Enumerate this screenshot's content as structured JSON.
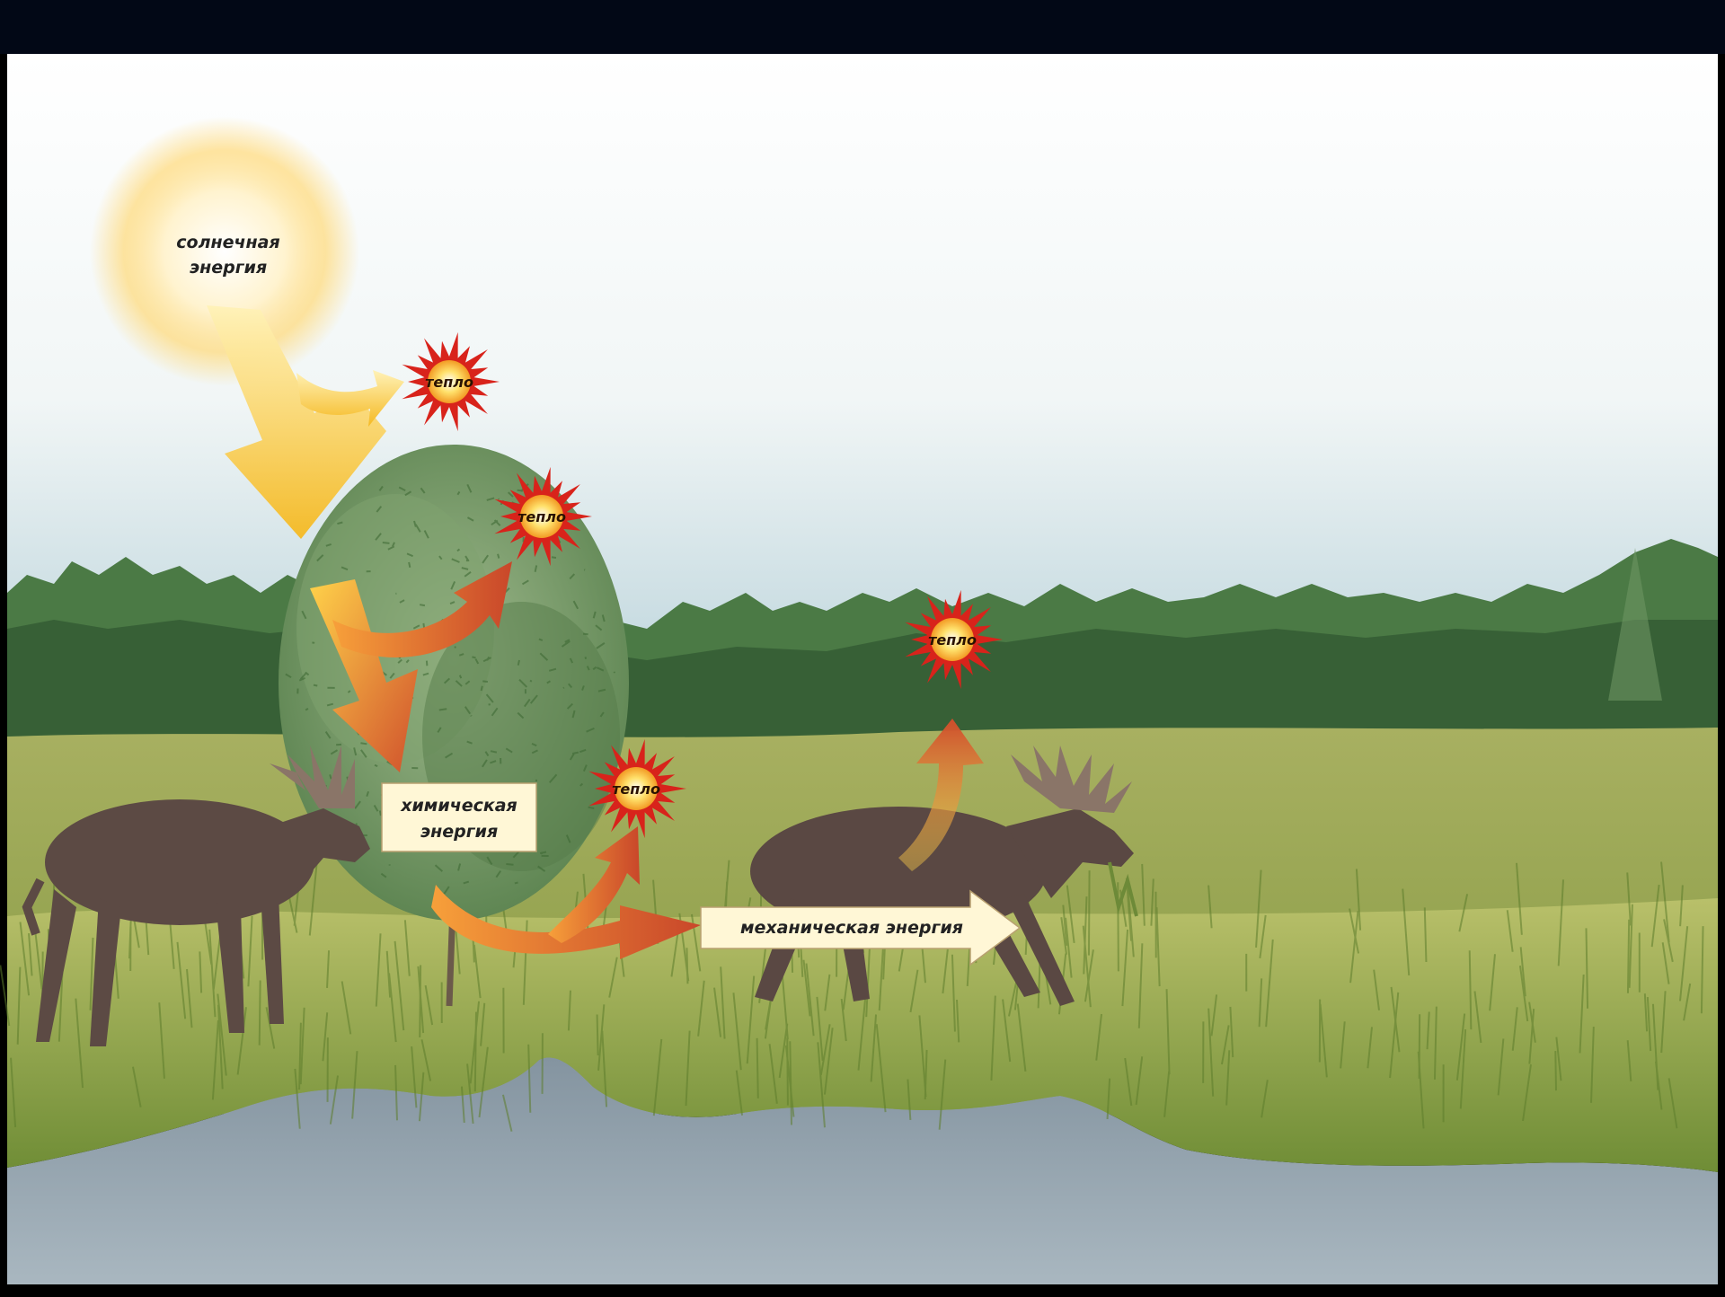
{
  "labels": {
    "solar_line1": "солнечная",
    "solar_line2": "энергия",
    "chemical_line1": "химическая",
    "chemical_line2": "энергия",
    "mechanical": "механическая энергия",
    "heat": [
      "тепло",
      "тепло",
      "тепло",
      "тепло"
    ]
  },
  "colors": {
    "top_bar": "#020816",
    "sky_top": "#ffffff",
    "sky_bottom": "#c9dde3",
    "meadow": "#9aa857",
    "forest": "#3f6a3c",
    "water": "#8e9eab",
    "sun_glow": "#ffd873",
    "solar_arrow": "#f7c531",
    "energy_arrow": "#d3532b",
    "heat_burst": "#d8231b",
    "heat_core": "#ffd84a",
    "label_box": "#fff7d6",
    "moose": "#5a4a44"
  },
  "icons": {
    "sun": "sun-icon",
    "heat": "heat-burst-icon",
    "moose": "moose-icon",
    "tree": "willow-bush-icon"
  }
}
